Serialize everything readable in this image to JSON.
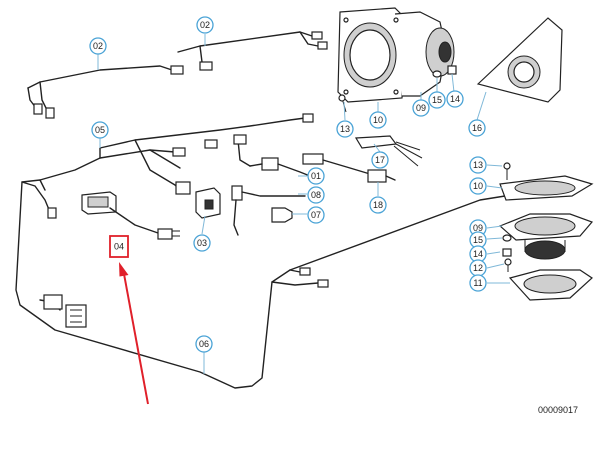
{
  "diagram": {
    "reference_number": "00009017",
    "highlighted_callout": "04",
    "highlight_color": "#e0202a",
    "callout_color": "#4aa3d6",
    "callouts": [
      {
        "id": "c-02a",
        "label": "02"
      },
      {
        "id": "c-02b",
        "label": "02"
      },
      {
        "id": "c-05",
        "label": "05"
      },
      {
        "id": "c-01",
        "label": "01"
      },
      {
        "id": "c-08",
        "label": "08"
      },
      {
        "id": "c-07",
        "label": "07"
      },
      {
        "id": "c-03",
        "label": "03"
      },
      {
        "id": "c-06",
        "label": "06"
      },
      {
        "id": "c-13a",
        "label": "13"
      },
      {
        "id": "c-10a",
        "label": "10"
      },
      {
        "id": "c-09a",
        "label": "09"
      },
      {
        "id": "c-15a",
        "label": "15"
      },
      {
        "id": "c-14a",
        "label": "14"
      },
      {
        "id": "c-16",
        "label": "16"
      },
      {
        "id": "c-17",
        "label": "17"
      },
      {
        "id": "c-18",
        "label": "18"
      },
      {
        "id": "c-13b",
        "label": "13"
      },
      {
        "id": "c-10b",
        "label": "10"
      },
      {
        "id": "c-09b",
        "label": "09"
      },
      {
        "id": "c-15b",
        "label": "15"
      },
      {
        "id": "c-14b",
        "label": "14"
      },
      {
        "id": "c-12",
        "label": "12"
      },
      {
        "id": "c-11",
        "label": "11"
      }
    ]
  }
}
